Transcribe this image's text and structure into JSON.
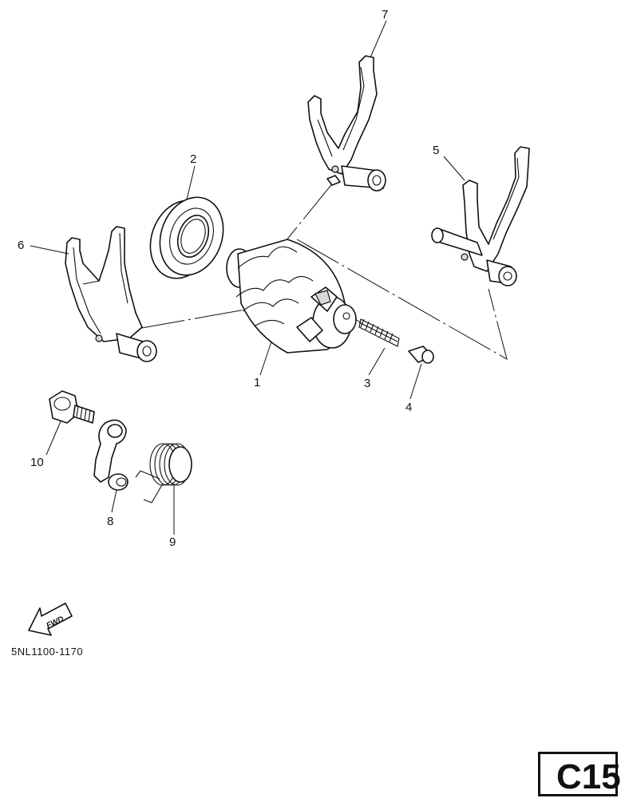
{
  "callouts": {
    "c1": "1",
    "c2": "2",
    "c3": "3",
    "c4": "4",
    "c5": "5",
    "c6": "6",
    "c7": "7",
    "c8": "8",
    "c9": "9",
    "c10": "10"
  },
  "fwd_label": "FWD",
  "diagram_code": "5NL1100-1170",
  "page_label": "C15"
}
